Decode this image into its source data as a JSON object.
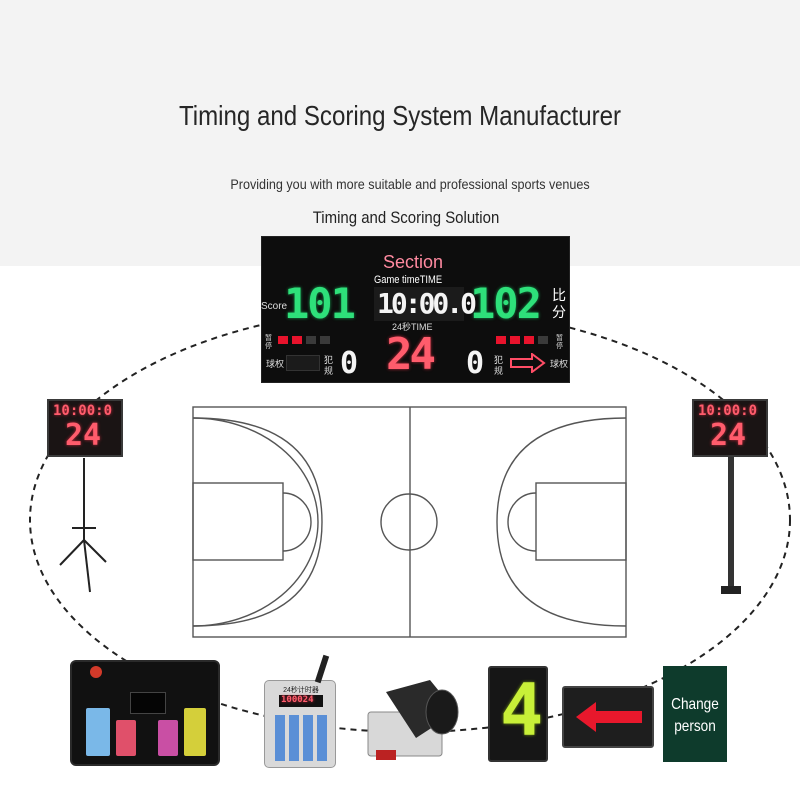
{
  "header": {
    "title": "Timing and Scoring System Manufacturer",
    "subtitle": "Providing you with more suitable and professional sports venues",
    "subtitle2": "Timing and Scoring Solution"
  },
  "scoreboard": {
    "section_label": "Section",
    "game_time_label": "Game timeTIME",
    "score_label": "Score",
    "home_score": "101",
    "game_time": "10:00.0",
    "away_score": "102",
    "score_cn": "比分",
    "shot_label": "24秒TIME",
    "shot_time": "24",
    "home_fouls": "0",
    "away_fouls": "0",
    "foul_cn": "犯规",
    "possession_cn": "球权",
    "pause_cn": "暂停"
  },
  "shot_clocks": {
    "left": {
      "time": "10:00:0",
      "shot": "24"
    },
    "right": {
      "time": "10:00:0",
      "shot": "24"
    }
  },
  "devices": {
    "digit_card": "4",
    "change_person_line1": "Change",
    "change_person_line2": "person",
    "remote_title": "24秒计时器",
    "remote_display": "100024"
  },
  "colors": {
    "score_green": "#2ee07a",
    "clock_red": "#ff5c6c",
    "court_line": "#666666"
  }
}
